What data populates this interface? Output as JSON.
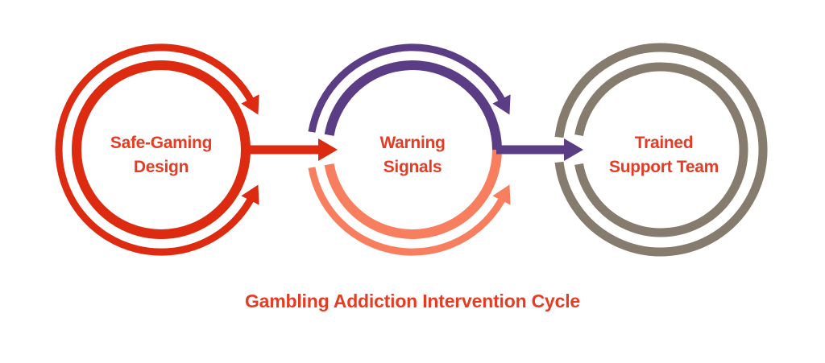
{
  "title": "Gambling Addiction Intervention Cycle",
  "colors": {
    "background": "#FFFFFF",
    "ring_red": "#DC2B10",
    "text_red": "#E73C24",
    "purple": "#5B3D86",
    "salmon": "#F87E60",
    "taupe": "#867C6E"
  },
  "nodes": [
    {
      "id": "safe-gaming-design",
      "label_line1": "Safe-Gaming",
      "label_line2": "Design"
    },
    {
      "id": "warning-signals",
      "label_line1": "Warning",
      "label_line2": "Signals"
    },
    {
      "id": "trained-support-team",
      "label_line1": "Trained",
      "label_line2": "Support Team"
    }
  ],
  "connectors": [
    {
      "from": "Safe-Gaming Design",
      "to": "Warning Signals"
    },
    {
      "from": "Warning Signals",
      "to": "Trained Support Team"
    }
  ]
}
